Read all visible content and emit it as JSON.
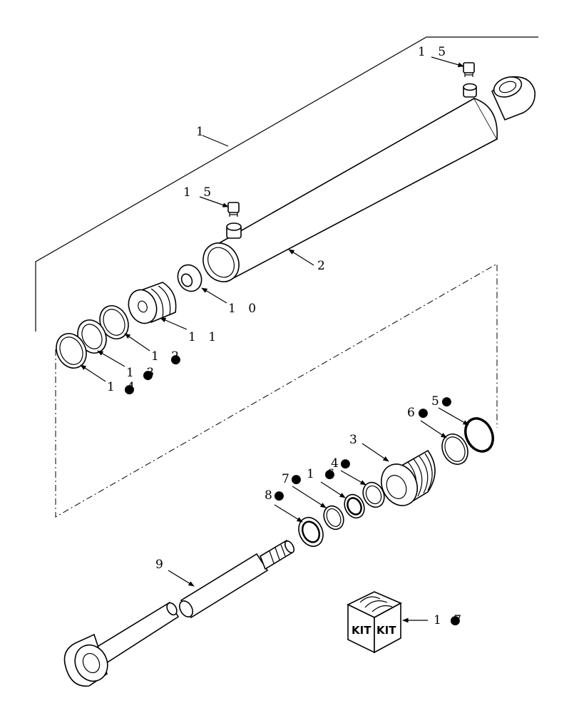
{
  "callouts": {
    "c1": "1",
    "c2": "2",
    "c3": "3",
    "c4": "4",
    "c5": "5",
    "c6": "6",
    "c7": "7",
    "c8": "8",
    "c9": "9",
    "c10": "1 0",
    "c11": "1 1",
    "c12": "1 2",
    "c13": "1 3",
    "c14": "1 4",
    "c15a": "1 5",
    "c15b": "1 5",
    "c16": "1 6",
    "c17": "1 7"
  },
  "kit": {
    "left_label": "KIT",
    "right_label": "KIT"
  },
  "bullet_marker": "●"
}
